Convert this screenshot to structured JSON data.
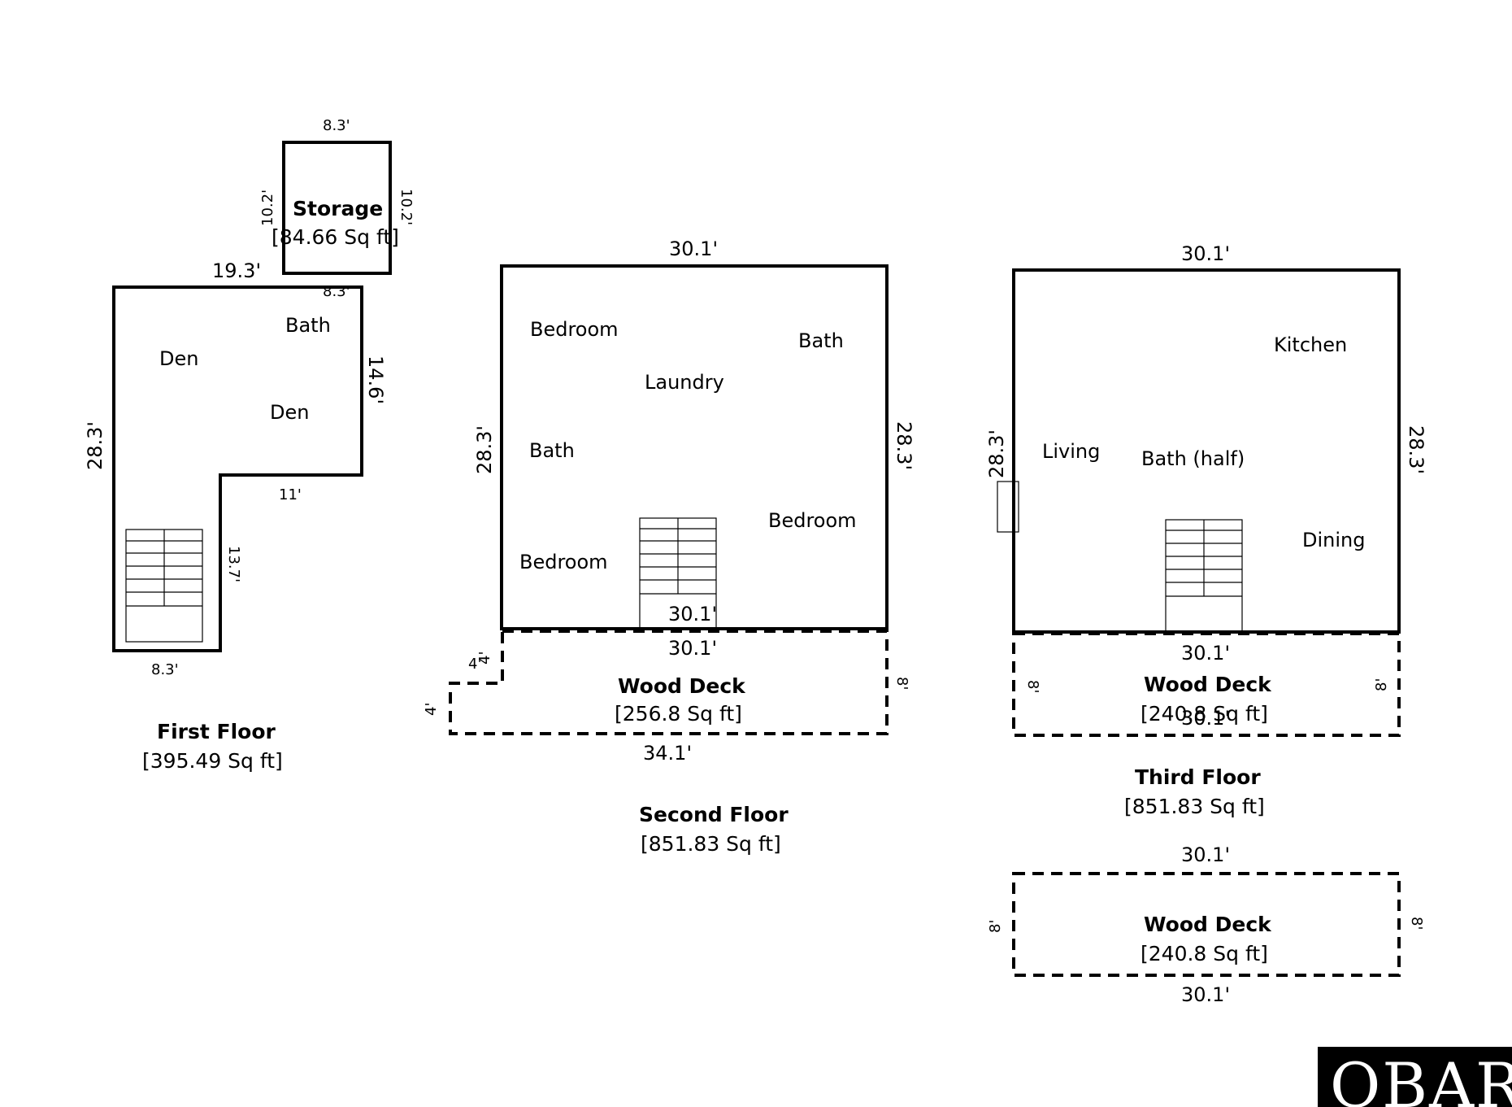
{
  "first_floor": {
    "title": "First Floor",
    "area": "[395.49 Sq ft]",
    "rooms": [
      "Den",
      "Bath",
      "Den"
    ],
    "dims": {
      "top": "19.3'",
      "left": "28.3'",
      "right_upper": "14.6'",
      "notch": "11'",
      "right_lower": "13.7'",
      "bottom": "8.3'"
    }
  },
  "storage": {
    "title": "Storage",
    "area": "[84.66 Sq ft]",
    "dims": {
      "top": "8.3'",
      "left": "10.2'",
      "right": "10.2'",
      "bottom": "8.3'"
    }
  },
  "second_floor": {
    "title": "Second Floor",
    "area": "[851.83 Sq ft]",
    "rooms": [
      "Bedroom",
      "Bath",
      "Laundry",
      "Bath",
      "Bedroom",
      "Bedroom"
    ],
    "dims": {
      "top": "30.1'",
      "left": "28.3'",
      "right": "28.3'",
      "bottom": "30.1'"
    }
  },
  "second_deck": {
    "title": "Wood Deck",
    "area": "[256.8 Sq ft]",
    "dims": {
      "top": "30.1'",
      "right": "8'",
      "bottom": "34.1'",
      "left": "4'",
      "step_v": "4'",
      "step_h": "4'"
    }
  },
  "third_floor": {
    "title": "Third Floor",
    "area": "[851.83 Sq ft]",
    "rooms": [
      "Kitchen",
      "Living",
      "Bath (half)",
      "Dining"
    ],
    "dims": {
      "top": "30.1'",
      "left": "28.3'",
      "right": "28.3'"
    }
  },
  "third_deck": {
    "title": "Wood Deck",
    "area": "[240.8 Sq ft]",
    "dims": {
      "top": "30.1'",
      "left": "8'",
      "right": "8'",
      "bottom": "30.1'"
    }
  },
  "bottom_deck": {
    "title": "Wood Deck",
    "area": "[240.8 Sq ft]",
    "dims": {
      "top": "30.1'",
      "left": "8'",
      "right": "8'",
      "bottom": "30.1'"
    }
  },
  "logo": {
    "text": "OBAR",
    "background": "#000000",
    "color": "#ffffff"
  }
}
